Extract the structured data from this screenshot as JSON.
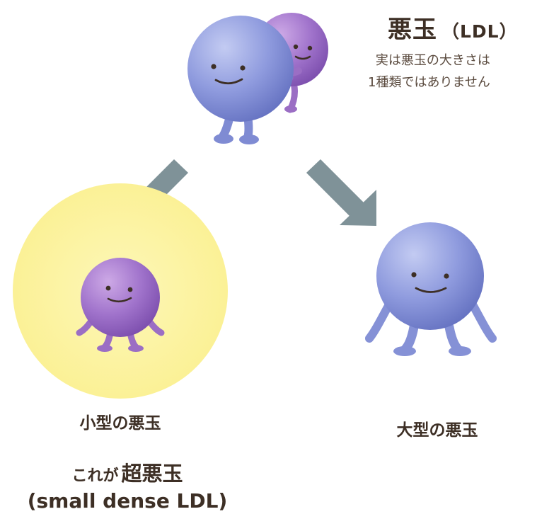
{
  "header": {
    "title": "悪玉",
    "title_suffix": "（LDL）",
    "note_line1": "実は悪玉の大きさは",
    "note_line2": "1種類ではありません"
  },
  "branches": {
    "small": {
      "label": "小型の悪玉"
    },
    "large": {
      "label": "大型の悪玉"
    }
  },
  "conclusion": {
    "prefix": "これが",
    "emphasis": "超悪玉",
    "english": "(small dense LDL)"
  },
  "colors": {
    "blue_ball": "#8d98dc",
    "purple_ball": "#9b6ec4",
    "arrow": "#7f9298",
    "highlight": "#fbf29a",
    "text": "#3d2f25"
  }
}
